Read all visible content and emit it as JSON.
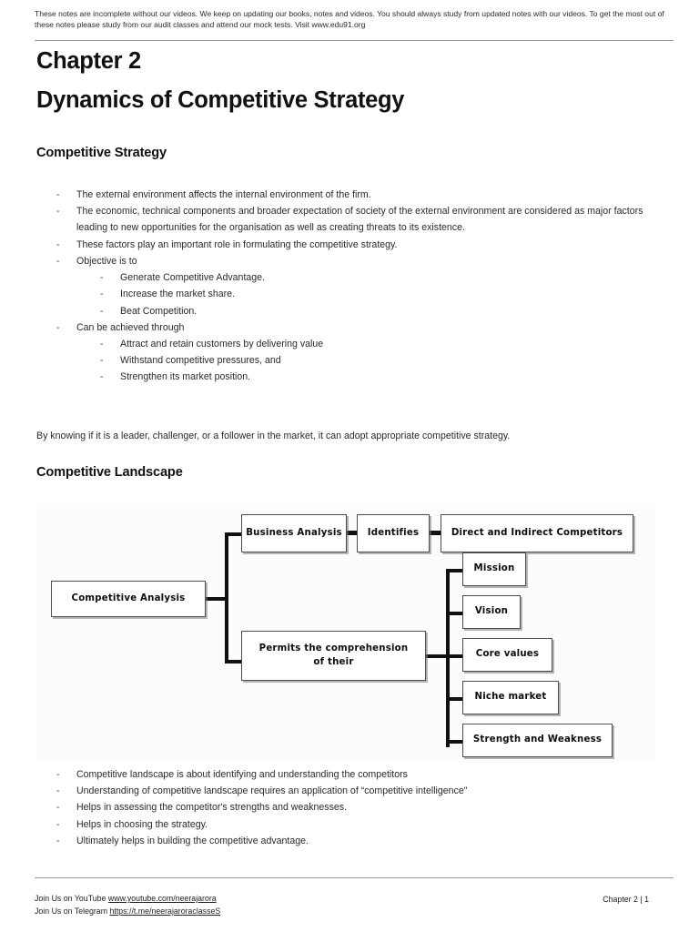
{
  "banner": {
    "text": "These notes are incomplete without our videos. We keep on updating our books, notes and videos. You should always study from updated notes with our videos. To get the most out of these notes please study from our audit classes and attend our mock tests. Visit www.edu91.org"
  },
  "headings": {
    "chapter_number": "Chapter 2",
    "chapter_title": "Dynamics of Competitive Strategy",
    "section_1": "Competitive Strategy",
    "section_2": "Competitive Landscape"
  },
  "bullet_marker": "-",
  "list_strategy": [
    {
      "level": 1,
      "text": "The external environment affects the internal environment of the firm."
    },
    {
      "level": 1,
      "text": "The economic, technical components and broader expectation of society of the external environment are considered as major factors leading to new opportunities for the organisation as well as creating threats to its existence."
    },
    {
      "level": 1,
      "text": "These factors play an important role in formulating the competitive strategy."
    },
    {
      "level": 1,
      "text": "Objective is to"
    },
    {
      "level": 2,
      "text": "Generate Competitive Advantage."
    },
    {
      "level": 2,
      "text": "Increase the market share."
    },
    {
      "level": 2,
      "text": "Beat Competition."
    },
    {
      "level": 1,
      "text": "Can be achieved through"
    },
    {
      "level": 2,
      "text": "Attract and retain customers by delivering value"
    },
    {
      "level": 2,
      "text": "Withstand competitive pressures, and"
    },
    {
      "level": 2,
      "text": "Strengthen its market position."
    }
  ],
  "paragraph": "By knowing if it is a leader, challenger, or a follower in the market, it can adopt appropriate competitive strategy.",
  "diagram": {
    "root": "Competitive Analysis",
    "branch_top": "Business Analysis",
    "branch_top_link": "Identifies",
    "branch_top_target": "Direct and Indirect Competitors",
    "branch_bottom": "Permits the comprehension of their",
    "leaves": [
      "Mission",
      "Vision",
      "Core values",
      "Niche market",
      "Strength and Weakness"
    ]
  },
  "list_landscape": [
    {
      "level": 1,
      "text": "Competitive landscape is about identifying and understanding the competitors"
    },
    {
      "level": 1,
      "text": "Understanding of competitive landscape requires an application of “competitive intelligence\""
    },
    {
      "level": 1,
      "text": "Helps in assessing the competitor's strengths and weaknesses."
    },
    {
      "level": 1,
      "text": "Helps in choosing the strategy."
    },
    {
      "level": 1,
      "text": "Ultimately helps in building the competitive advantage."
    }
  ],
  "footer": {
    "youtube_label": "Join Us on YouTube",
    "youtube_url": "www.youtube.com/neerajarora",
    "telegram_label": "Join Us on Telegram",
    "telegram_url": "https://t.me/neerajaroraclasseS",
    "page_info": "Chapter 2 |  1"
  }
}
